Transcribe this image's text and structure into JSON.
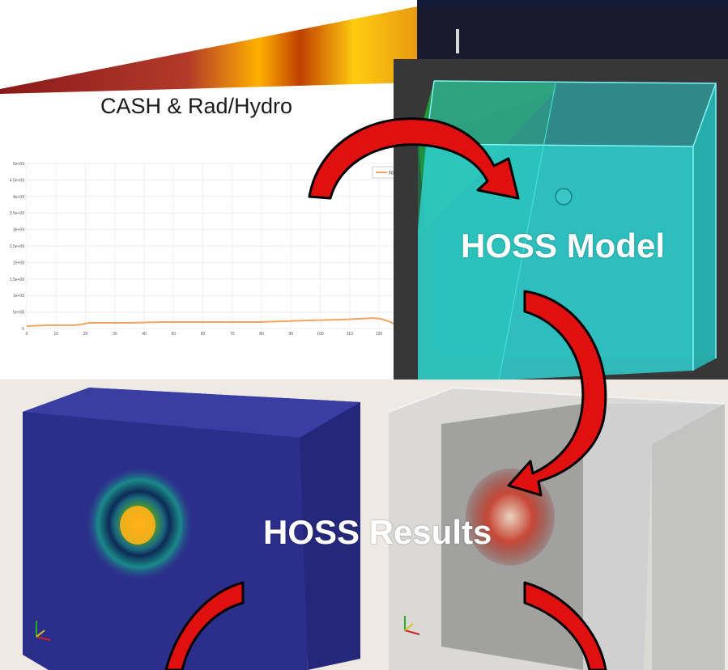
{
  "labels": {
    "cash_rad_hydro": "CASH & Rad/Hydro",
    "hoss_model": "HOSS Model",
    "hoss_results": "HOSS Results"
  },
  "plot": {
    "y_ticks": [
      "5e+09",
      "4.5e+09",
      "4e+09",
      "3.5e+09",
      "3e+09",
      "2.5e+09",
      "2e+09",
      "1.5e+09",
      "1e+09",
      "5e+08",
      "0"
    ],
    "x_ticks": [
      "0",
      "10",
      "20",
      "30",
      "40",
      "50",
      "60",
      "70",
      "80",
      "90",
      "100",
      "110",
      "120"
    ],
    "legend": "Ru"
  },
  "colors": {
    "arrow": "#e01010",
    "model_cyan": "#2fd0cf",
    "model_green": "#1faa3a",
    "blue_block": "#2c2f8c",
    "curve": "#f3a460"
  }
}
